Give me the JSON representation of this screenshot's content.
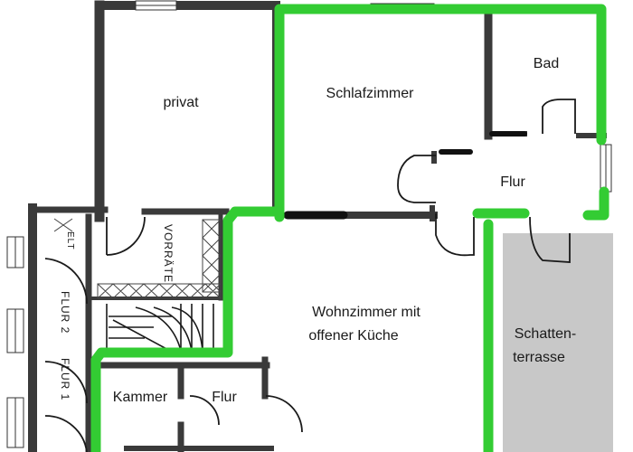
{
  "rooms": {
    "privat": "privat",
    "schlafzimmer": "Schlafzimmer",
    "bad": "Bad",
    "flur_right": "Flur",
    "wohnzimmer_line1": "Wohnzimmer mit",
    "wohnzimmer_line2": "offener Küche",
    "schatten_line1": "Schatten-",
    "schatten_line2": "terrasse",
    "kammer": "Kammer",
    "flur_bottom": "Flur",
    "vorraete": "VORRÄTE",
    "flur2": "FLUR 2",
    "flur1": "FLUR 1",
    "elt": "ELT"
  },
  "colors": {
    "highlight": "#33cc33",
    "terrace": "#c8c8c8",
    "wall": "#3a3a3a"
  }
}
